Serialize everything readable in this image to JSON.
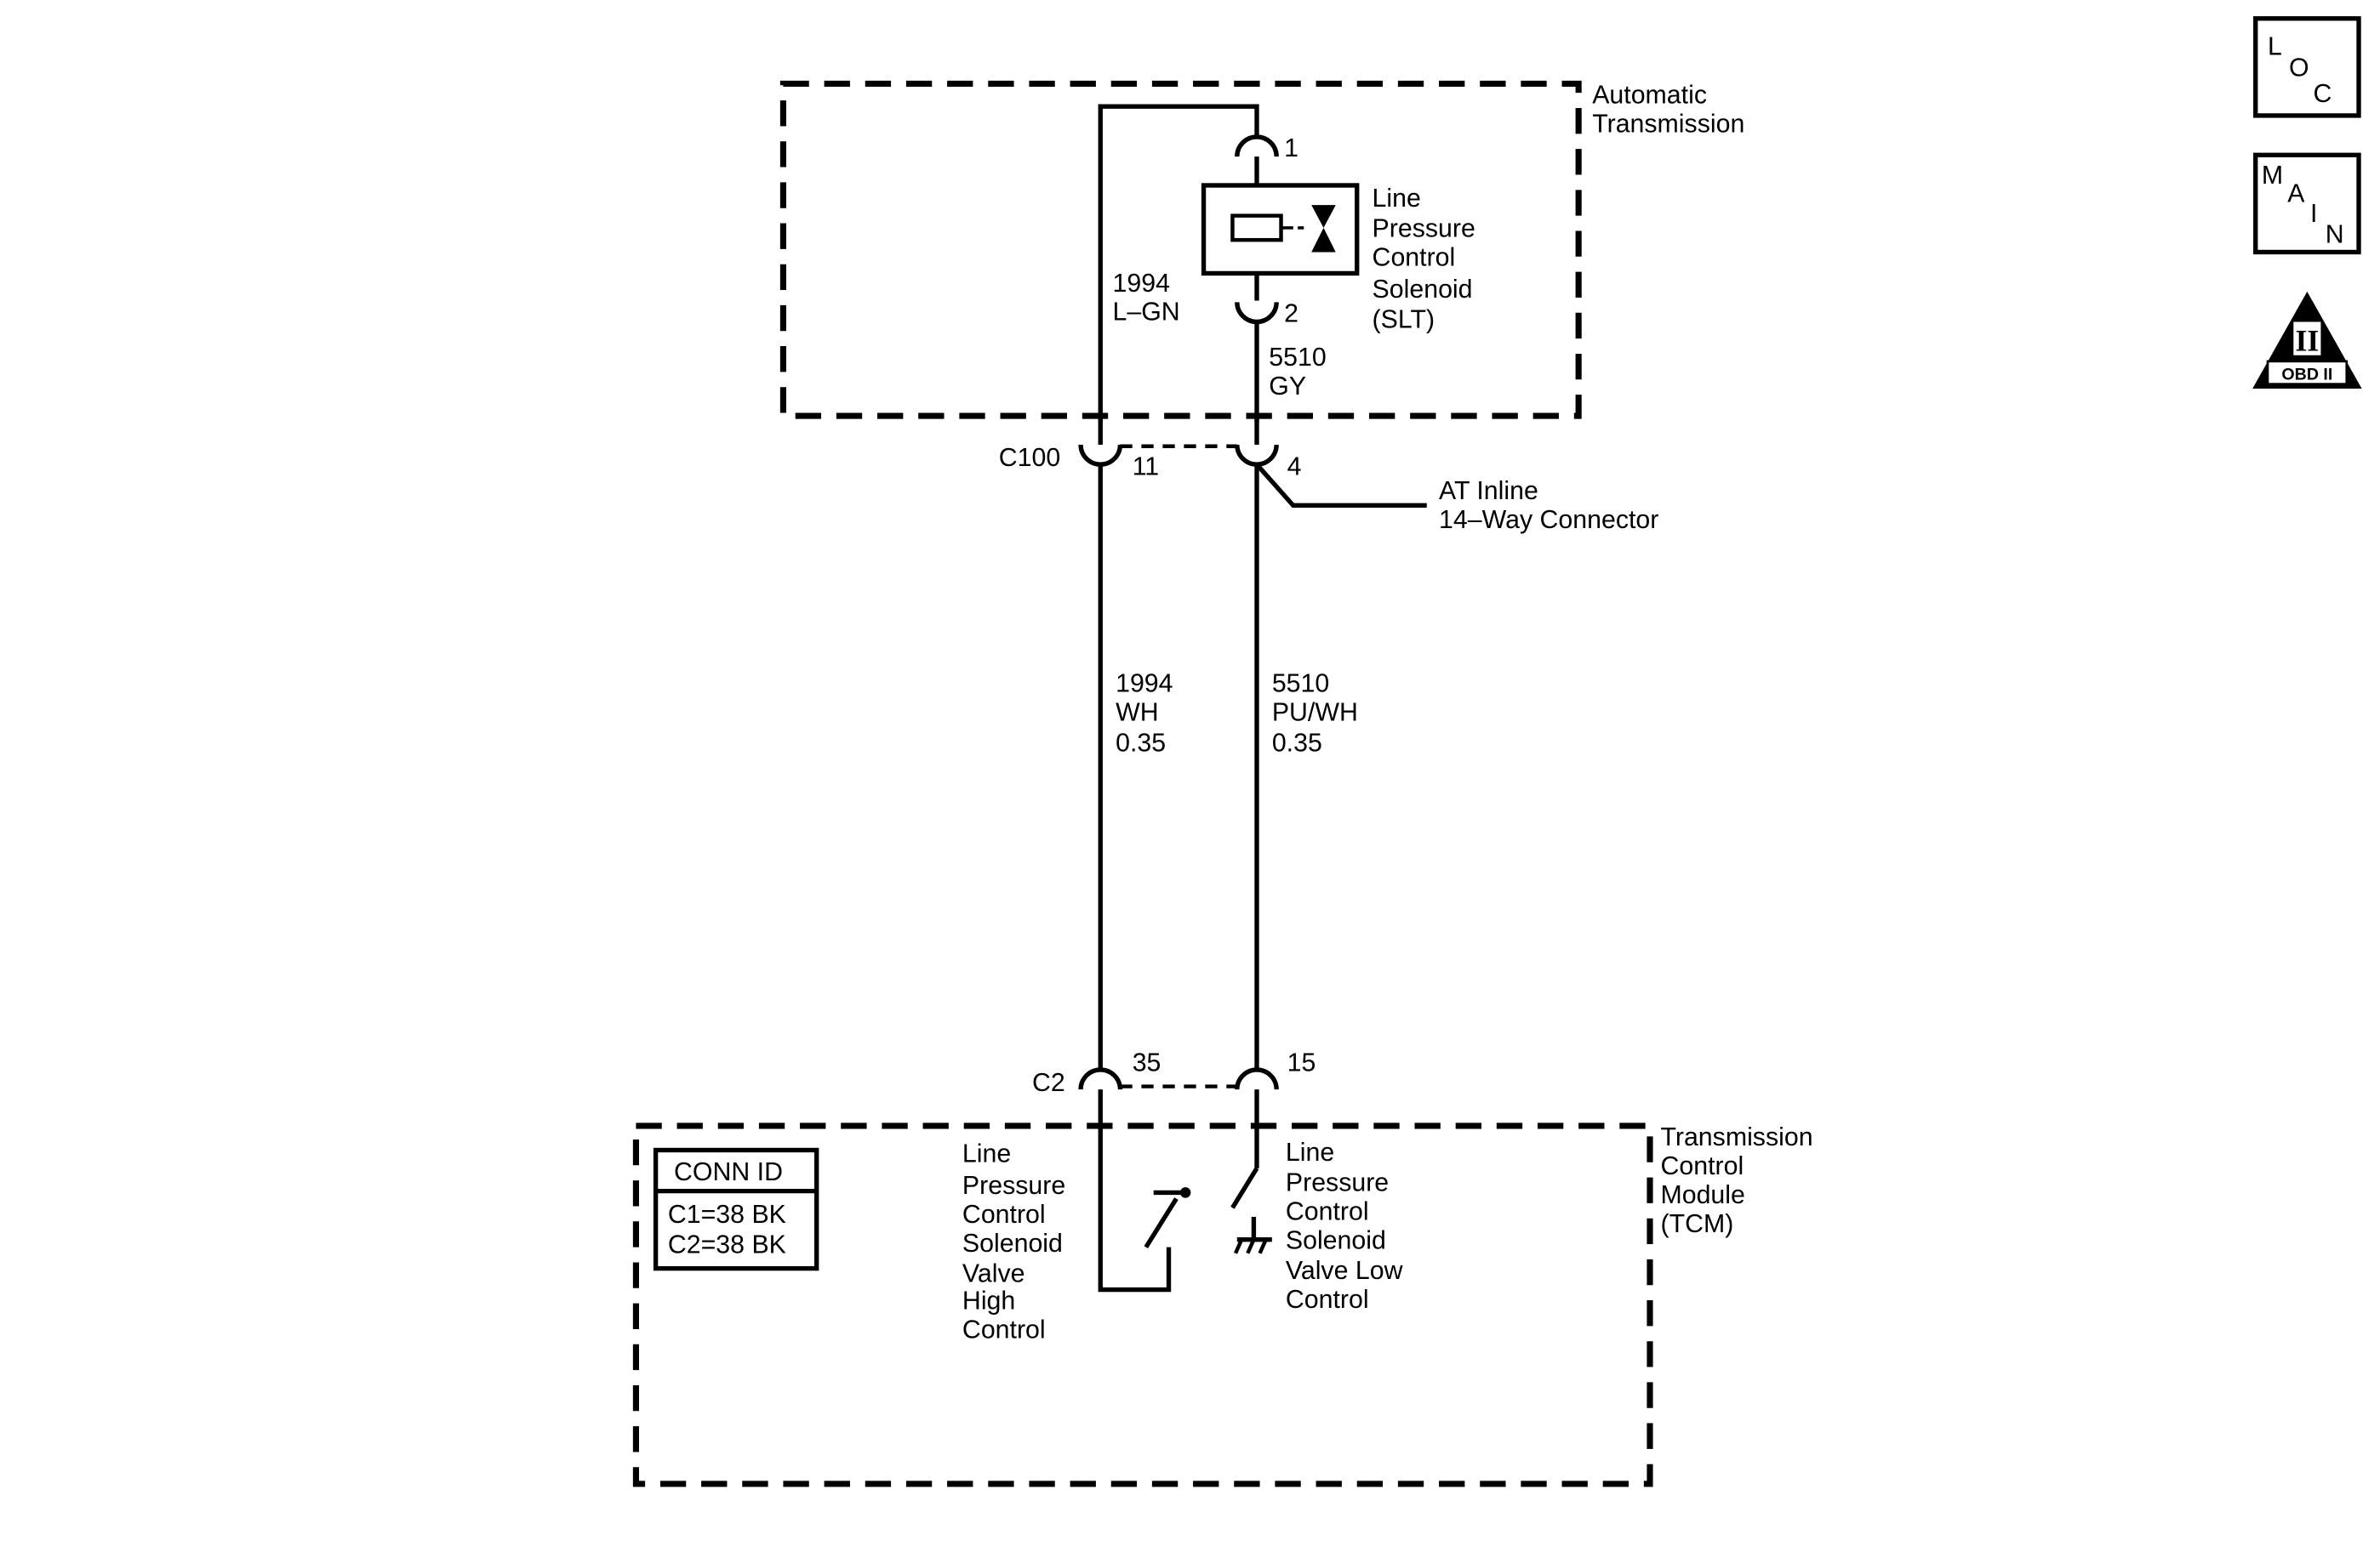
{
  "icons": {
    "loc": {
      "c1": "L",
      "c2": "O",
      "c3": "C"
    },
    "main": {
      "c1": "M",
      "c2": "A",
      "c3": "I",
      "c4": "N"
    },
    "obd": {
      "numeral": "II",
      "label": "OBD II"
    }
  },
  "components": {
    "auto_trans": {
      "line1": "Automatic",
      "line2": "Transmission"
    },
    "solenoid": {
      "line1": "Line",
      "line2": "Pressure",
      "line3": "Control",
      "line4": "Solenoid",
      "line5": "(SLT)"
    },
    "inline_connector": {
      "line1": "AT Inline",
      "line2": "14–Way Connector"
    },
    "tcm": {
      "line1": "Transmission",
      "line2": "Control",
      "line3": "Module",
      "line4": "(TCM)"
    },
    "high_control": {
      "line1": "Line",
      "line2": "Pressure",
      "line3": "Control",
      "line4": "Solenoid",
      "line5": "Valve",
      "line6": "High",
      "line7": "Control"
    },
    "low_control": {
      "line1": "Line",
      "line2": "Pressure",
      "line3": "Control",
      "line4": "Solenoid",
      "line5": "Valve Low",
      "line6": "Control"
    }
  },
  "pins": {
    "sol_pin1": "1",
    "sol_pin2": "2",
    "c100": "C100",
    "c100_pin_left": "11",
    "c100_pin_right": "4",
    "c2": "C2",
    "c2_pin_left": "35",
    "c2_pin_right": "15"
  },
  "wires": {
    "left_upper": {
      "circuit": "1994",
      "color": "L–GN"
    },
    "right_upper": {
      "circuit": "5510",
      "color": "GY"
    },
    "left_lower": {
      "circuit": "1994",
      "color": "WH",
      "gauge": "0.35"
    },
    "right_lower": {
      "circuit": "5510",
      "color": "PU/WH",
      "gauge": "0.35"
    }
  },
  "conn_id": {
    "title": "CONN ID",
    "row1": "C1=38 BK",
    "row2": "C2=38 BK"
  }
}
